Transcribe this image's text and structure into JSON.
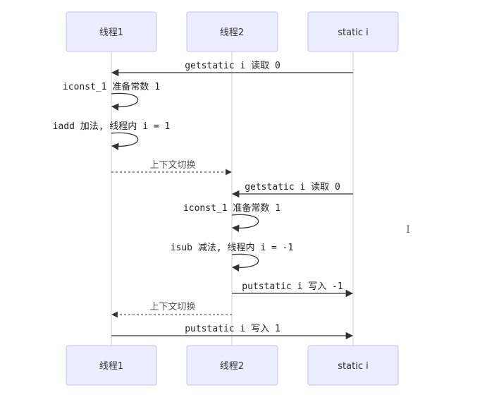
{
  "diagram": {
    "type": "sequence",
    "actors": [
      {
        "id": "t1",
        "label": "线程1"
      },
      {
        "id": "t2",
        "label": "线程2"
      },
      {
        "id": "s",
        "label": "static i"
      }
    ],
    "messages": [
      {
        "from": "s",
        "to": "t1",
        "label": "getstatic i 读取 0",
        "style": "solid"
      },
      {
        "from": "t1",
        "to": "t1",
        "label": "iconst_1 准备常数 1",
        "style": "self"
      },
      {
        "from": "t1",
        "to": "t1",
        "label": "iadd 加法, 线程内 i = 1",
        "style": "self"
      },
      {
        "from": "t1",
        "to": "t2",
        "label": "上下文切换",
        "style": "dotted"
      },
      {
        "from": "s",
        "to": "t2",
        "label": "getstatic i 读取 0",
        "style": "solid"
      },
      {
        "from": "t2",
        "to": "t2",
        "label": "iconst_1 准备常数 1",
        "style": "self"
      },
      {
        "from": "t2",
        "to": "t2",
        "label": "isub 减法, 线程内 i = -1",
        "style": "self"
      },
      {
        "from": "t2",
        "to": "s",
        "label": "putstatic i 写入 -1",
        "style": "solid"
      },
      {
        "from": "t2",
        "to": "t1",
        "label": "上下文切换",
        "style": "dotted"
      },
      {
        "from": "t1",
        "to": "s",
        "label": "putstatic i 写入 1",
        "style": "solid"
      }
    ]
  },
  "cursor": {
    "glyph": "I"
  }
}
